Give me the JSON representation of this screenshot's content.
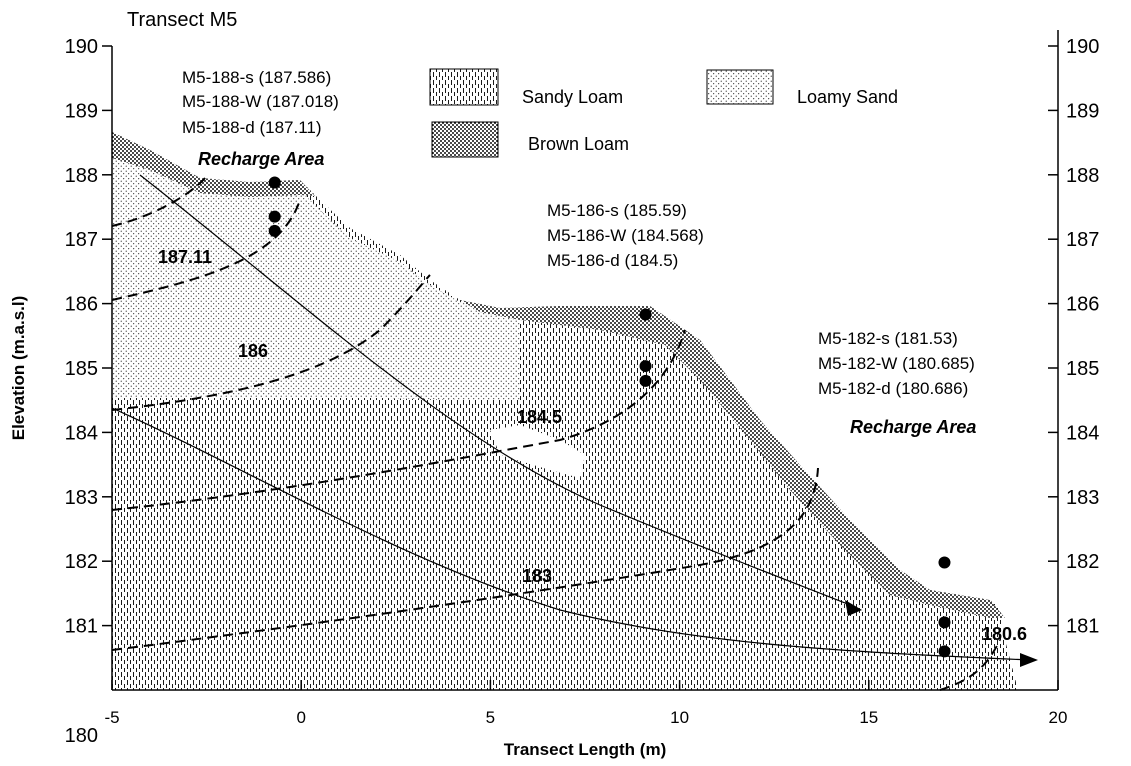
{
  "title": "Transect M5",
  "x_axis": {
    "label": "Transect Length (m)",
    "range": [
      -5,
      20
    ],
    "ticks": [
      "-5",
      "0",
      "5",
      "10",
      "15",
      "20"
    ]
  },
  "y_axis": {
    "label": "Elevation (m.a.s.l)",
    "range": [
      180,
      190
    ],
    "ticks": [
      "180",
      "181",
      "182",
      "183",
      "184",
      "185",
      "186",
      "187",
      "188",
      "189",
      "190"
    ],
    "right_ticks": [
      "181",
      "182",
      "183",
      "184",
      "185",
      "186",
      "187",
      "188",
      "189",
      "190"
    ]
  },
  "legend": [
    {
      "name": "Sandy Loam",
      "pattern": "dashes"
    },
    {
      "name": "Loamy Sand",
      "pattern": "fine-dots"
    },
    {
      "name": "Brown Loam",
      "pattern": "dense-dots"
    }
  ],
  "wells": [
    {
      "group": "M5-188",
      "x": -0.7,
      "lines": [
        "M5-188-s (187.586)",
        "M5-188-W (187.018)",
        "M5-188-d (187.11)"
      ],
      "points_y": [
        187.88,
        187.35,
        187.13
      ]
    },
    {
      "group": "M5-186",
      "x": 9.1,
      "lines": [
        "M5-186-s (185.59)",
        "M5-186-W (184.568)",
        "M5-186-d (184.5)"
      ],
      "points_y": [
        185.83,
        185.03,
        184.8
      ]
    },
    {
      "group": "M5-182",
      "x": 17.0,
      "lines": [
        "M5-182-s (181.53)",
        "M5-182-W (180.685)",
        "M5-182-d (180.686)"
      ],
      "points_y": [
        181.98,
        181.05,
        180.6
      ]
    }
  ],
  "contours": [
    "187.11",
    "186",
    "184.5",
    "183",
    "180.6"
  ],
  "zones": [
    "Recharge Area",
    "Recharge Area"
  ],
  "colors": {
    "line": "#000000",
    "background": "#ffffff"
  }
}
